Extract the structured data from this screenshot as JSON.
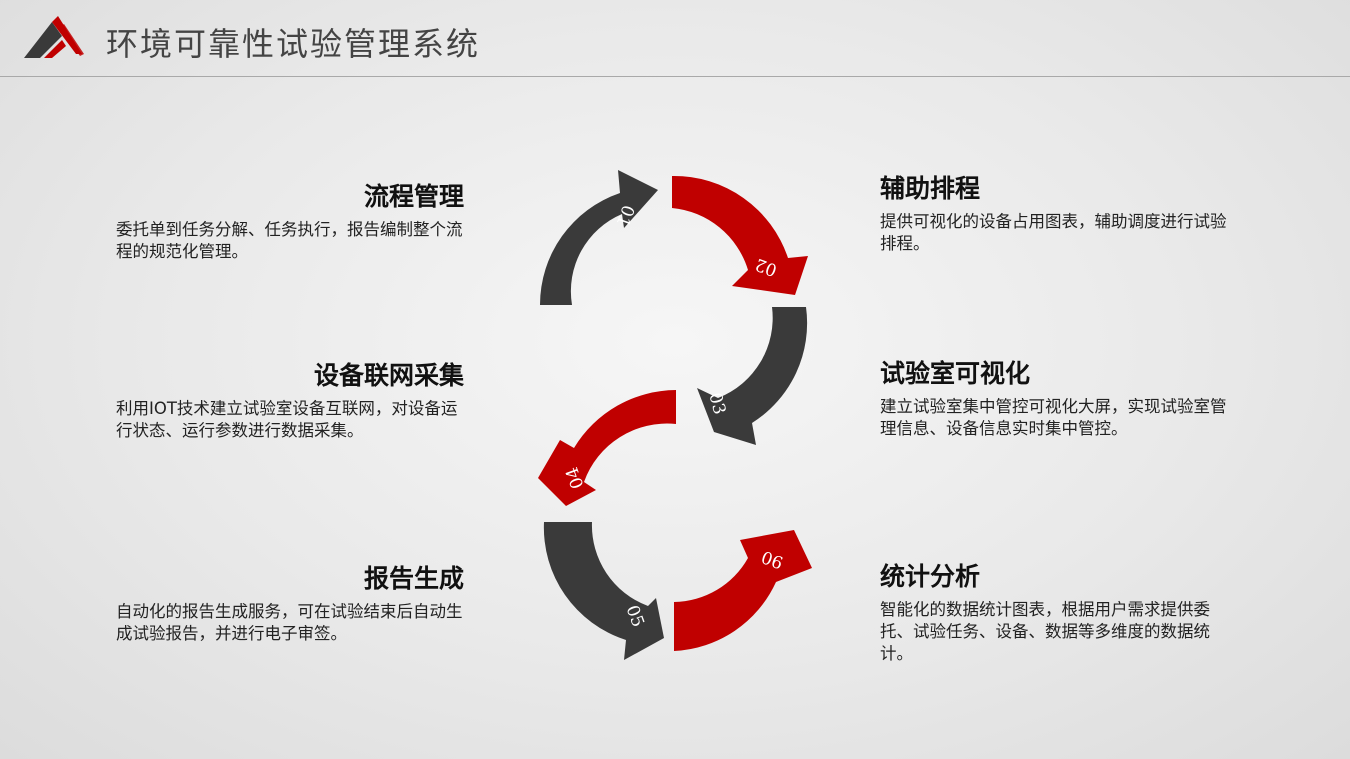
{
  "header": {
    "title": "环境可靠性试验管理系统"
  },
  "colors": {
    "red": "#c00000",
    "dark": "#3a3a3a",
    "background": "#e9e9e9"
  },
  "steps": [
    {
      "number": "01",
      "color": "dark"
    },
    {
      "number": "02",
      "color": "red"
    },
    {
      "number": "03",
      "color": "dark"
    },
    {
      "number": "04",
      "color": "red"
    },
    {
      "number": "05",
      "color": "dark"
    },
    {
      "number": "06",
      "color": "red"
    }
  ],
  "items": {
    "left": [
      {
        "title": "流程管理",
        "desc": "委托单到任务分解、任务执行，报告编制整个流程的规范化管理。"
      },
      {
        "title": "设备联网采集",
        "desc": "利用IOT技术建立试验室设备互联网，对设备运行状态、运行参数进行数据采集。"
      },
      {
        "title": "报告生成",
        "desc": "自动化的报告生成服务，可在试验结束后自动生成试验报告，并进行电子审签。"
      }
    ],
    "right": [
      {
        "title": "辅助排程",
        "desc": "提供可视化的设备占用图表，辅助调度进行试验排程。"
      },
      {
        "title": "试验室可视化",
        "desc": "建立试验室集中管控可视化大屏，实现试验室管理信息、设备信息实时集中管控。"
      },
      {
        "title": "统计分析",
        "desc": "智能化的数据统计图表，根据用户需求提供委托、试验任务、设备、数据等多维度的数据统计。"
      }
    ]
  }
}
